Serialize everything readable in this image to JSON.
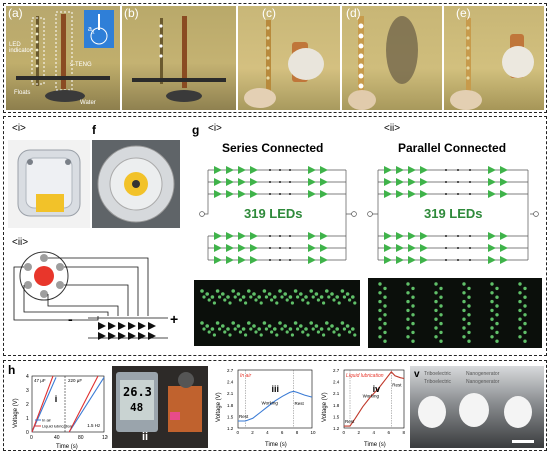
{
  "row1": {
    "labels": [
      "(a)",
      "(b)",
      "(c)",
      "(d)",
      "(e)"
    ],
    "panel_a": {
      "led_indicator": "LED indicator",
      "teng": "s-TENG",
      "floats": "Floats",
      "water": "Water",
      "inset": "a",
      "inset_sub": "1"
    }
  },
  "row2": {
    "i_label": "<i>",
    "f_label": "f",
    "ii_label": "<ii>",
    "g_label": "g",
    "g_i_label": "<i>",
    "g_ii_label": "<ii>",
    "series_title": "Series Connected",
    "parallel_title": "Parallel Connected",
    "led_count_series": "319 LEDs",
    "led_count_parallel": "319 LEDs",
    "circuit_minus": "-",
    "circuit_plus": "+"
  },
  "row3": {
    "h_label": "h",
    "h_i": {
      "roman": "i",
      "cap1": "47 μF",
      "cap2": "220 μF",
      "legend": [
        "In air",
        "Liquid lubrication"
      ],
      "freq": "1.5 Hz",
      "xlabel": "Time (s)",
      "ylabel": "Voltage (V)",
      "yticks": [
        "0",
        "1",
        "2",
        "3",
        "4"
      ],
      "xticks": [
        "0",
        "40",
        "80",
        "120"
      ]
    },
    "h_ii": {
      "roman": "ii",
      "display": "26.3",
      "display2": "48"
    },
    "h_iii": {
      "roman": "iii",
      "mode": "In air",
      "states": [
        "Rest",
        "Working",
        "Rest"
      ],
      "xlabel": "Time (s)",
      "ylabel": "Voltage (V)",
      "yticks": [
        "1.2",
        "1.5",
        "1.8",
        "2.1",
        "2.4",
        "2.7"
      ],
      "xticks": [
        "0",
        "2",
        "4",
        "6",
        "8",
        "10"
      ]
    },
    "h_iv": {
      "roman": "iv",
      "mode": "Liquid lubrication",
      "states": [
        "Rest",
        "Working",
        "Rest"
      ],
      "xlabel": "Time (s)",
      "ylabel": "Voltage (V)",
      "yticks": [
        "1.2",
        "1.5",
        "1.8",
        "2.1",
        "2.4",
        "2.7"
      ],
      "xticks": [
        "0",
        "2",
        "4",
        "6",
        "8"
      ]
    },
    "h_v": {
      "roman": "v",
      "sign_text": [
        "Triboelectric",
        "Nanogenerator"
      ]
    }
  },
  "colors": {
    "led_green": "#3fb34a",
    "series_blue": "#3a7bd5",
    "series_red": "#e03030",
    "accent_red": "#e8362b",
    "photo_bg": "#b5a363"
  },
  "chart_data": [
    {
      "type": "line",
      "panel": "h-i",
      "xlabel": "Time (s)",
      "ylabel": "Voltage (V)",
      "xlim": [
        0,
        120
      ],
      "ylim": [
        0,
        4
      ],
      "series": [
        {
          "name": "In air",
          "x": [
            0,
            40
          ],
          "y": [
            0,
            3.9
          ]
        },
        {
          "name": "Liquid lubrication",
          "x": [
            0,
            35
          ],
          "y": [
            0,
            4.0
          ]
        },
        {
          "name": "In air",
          "x": [
            62,
            120
          ],
          "y": [
            0,
            3.9
          ]
        },
        {
          "name": "Liquid lubrication",
          "x": [
            62,
            110
          ],
          "y": [
            0,
            4.0
          ]
        }
      ]
    },
    {
      "type": "line",
      "panel": "h-iii",
      "title": "In air",
      "xlabel": "Time (s)",
      "ylabel": "Voltage (V)",
      "xlim": [
        0,
        10
      ],
      "ylim": [
        1.2,
        2.7
      ],
      "series": [
        {
          "x": [
            0,
            1,
            2,
            3,
            4,
            5,
            6,
            7,
            7.5,
            8,
            9,
            10
          ],
          "y": [
            1.38,
            1.38,
            1.45,
            1.6,
            1.75,
            1.9,
            2.02,
            2.12,
            2.15,
            2.12,
            2.05,
            2.0
          ]
        }
      ]
    },
    {
      "type": "line",
      "panel": "h-iv",
      "title": "Liquid lubrication",
      "xlabel": "Time (s)",
      "ylabel": "Voltage (V)",
      "xlim": [
        0,
        8
      ],
      "ylim": [
        1.2,
        2.7
      ],
      "series": [
        {
          "x": [
            0,
            0.8,
            1.5,
            2.5,
            3.5,
            4.5,
            5.5,
            6.3,
            6.8,
            7.5,
            8
          ],
          "y": [
            1.25,
            1.25,
            1.45,
            1.75,
            2.0,
            2.2,
            2.45,
            2.65,
            2.55,
            2.5,
            2.48
          ]
        }
      ]
    }
  ]
}
